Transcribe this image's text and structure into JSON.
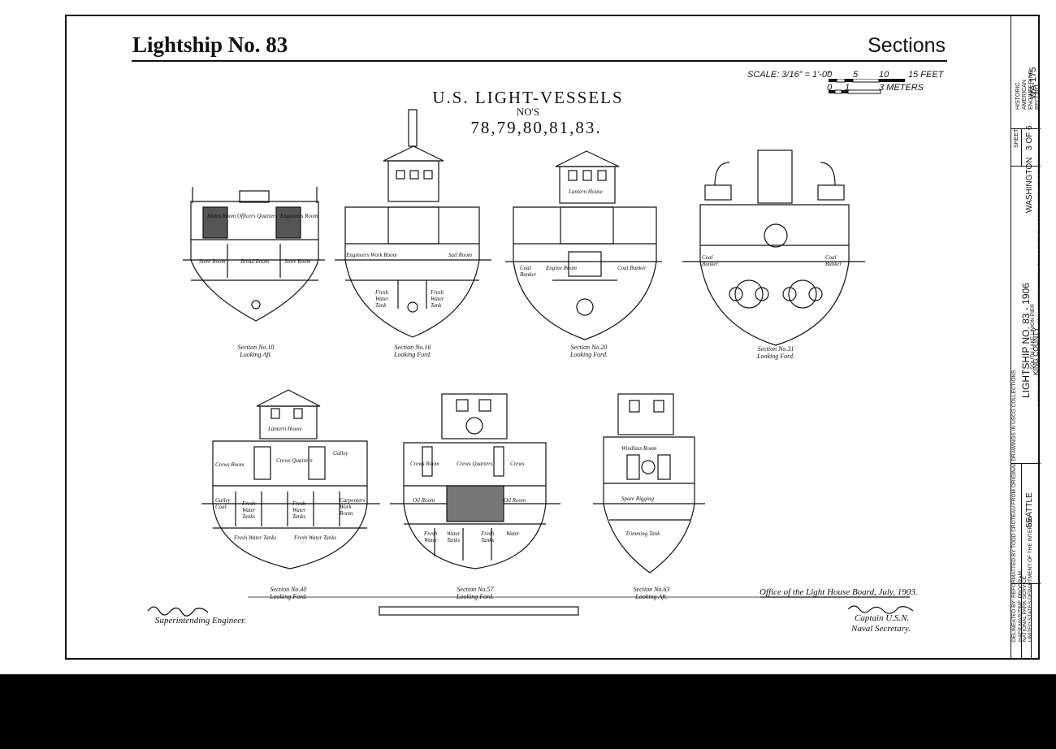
{
  "header": {
    "title": "Lightship No. 83",
    "section_title": "Sections",
    "scale_label": "SCALE: 3/16\" = 1'-0\"",
    "scale_feet": [
      "0",
      "5",
      "10",
      "15 FEET"
    ],
    "scale_meters": [
      "0",
      "1",
      "3 METERS"
    ]
  },
  "drawing": {
    "title": "U.S. LIGHT-VESSELS",
    "subtitle": "NO'S",
    "numbers": "78,79,80,81,83."
  },
  "sections": [
    {
      "label": "Section No.10",
      "sub": "Looking Aft."
    },
    {
      "label": "Section No.16",
      "sub": "Looking Ford."
    },
    {
      "label": "Section No.20",
      "sub": "Looking Ford."
    },
    {
      "label": "Section No.31",
      "sub": "Looking Ford."
    },
    {
      "label": "Section No.40",
      "sub": "Looking Ford."
    },
    {
      "label": "Section No.57",
      "sub": "Looking Ford."
    },
    {
      "label": "Section No.63",
      "sub": "Looking Aft."
    }
  ],
  "room_labels": {
    "s10": [
      "Mates Room",
      "Officers Quarters",
      "Engineers Room",
      "Store Room",
      "Bread Room",
      "Store Room"
    ],
    "s16": [
      "Engineers Work Room",
      "Sail Room",
      "Fresh Water Tank",
      "Fresh Water Tank"
    ],
    "s20": [
      "Lantern House",
      "Coal Bunker",
      "Engine Room",
      "Coal Bunker"
    ],
    "s31": [
      "Coal Bunker",
      "Coal Bunker"
    ],
    "s40": [
      "Lantern House",
      "Crews Room",
      "Crews Quarters",
      "Galley",
      "Galley Coal",
      "Fresh Water Tanks",
      "Fresh Water Tanks",
      "Carpenters Work Room",
      "Fresh Water Tanks",
      "Fresh Water Tanks"
    ],
    "s57": [
      "Crews Room",
      "Crews Quarters",
      "Crews",
      "Oil Room",
      "Oil Room",
      "Fresh Water",
      "Water Tanks",
      "Fresh Tanks",
      "Water"
    ],
    "s63": [
      "Windlass Room",
      "Spare Rigging",
      "Trimming Tank"
    ]
  },
  "signatures": {
    "office_line": "Office of the Light House Board, July, 1903.",
    "superintending": "Superintending Engineer.",
    "captain_line1": "Captain U.S.N.",
    "captain_line2": "Naval Secretary."
  },
  "sidebar": {
    "delineated": "DELINEATED BY: REFORMATTED BY TODD CROTEAU FROM ORIGINAL DRAWINGS IN USCG COLLECTIONS",
    "program": "HAER MARITIME PROGRAM",
    "agency1": "NATIONAL PARK SERVICE",
    "agency2": "UNITED STATES DEPARTMENT OF THE INTERIOR",
    "city": "SEATTLE",
    "vessel": "LIGHTSHIP NO. 83 - 1906",
    "location": "SOUTH LAKE UNION PIER",
    "county": "KING COUNTY",
    "state": "WASHINGTON",
    "sheet_label": "SHEET",
    "sheet_num": "3 OF 6",
    "record": "HISTORIC AMERICAN ENGINEERING RECORD",
    "record_id": "WA-175",
    "reproduction_note": "IF REPRODUCED, PLEASE CREDIT THE HISTORIC AMERICAN ENGINEERING RECORD, NATIONAL PARK SERVICE, NAME OF DELINEATOR, DATE OF DRAWING"
  }
}
